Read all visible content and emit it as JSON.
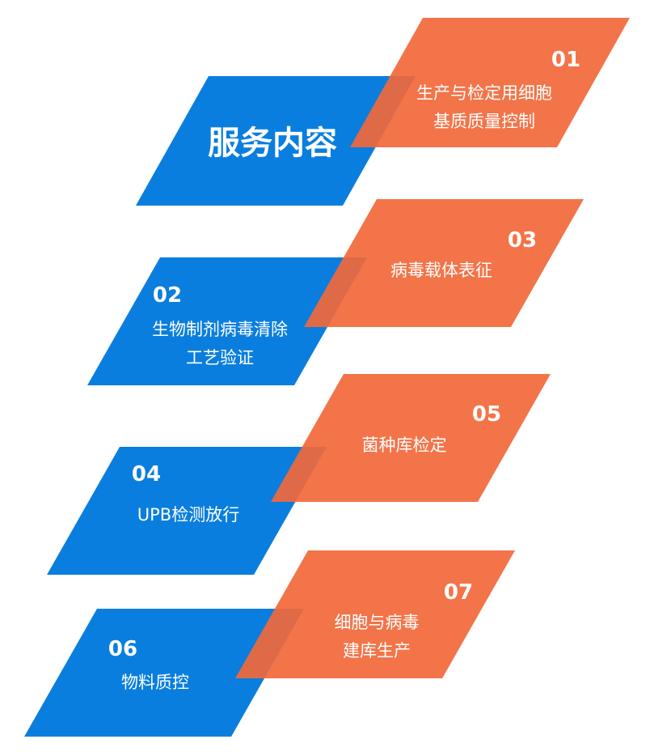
{
  "title": "服务内容",
  "items": [
    {
      "number": "01",
      "lines": [
        "生产与检定用细胞",
        "基质质量控制"
      ]
    },
    {
      "number": "02",
      "lines": [
        "生物制剂病毒清除",
        "工艺验证"
      ]
    },
    {
      "number": "03",
      "lines": [
        "病毒载体表征"
      ]
    },
    {
      "number": "04",
      "lines": [
        "UPB检测放行"
      ]
    },
    {
      "number": "05",
      "lines": [
        "菌种库检定"
      ]
    },
    {
      "number": "06",
      "lines": [
        "物料质控"
      ]
    },
    {
      "number": "07",
      "lines": [
        "细胞与病毒",
        "建库生产"
      ]
    }
  ],
  "colors": {
    "blue": "#0a7ede",
    "orange": "#f2683a",
    "text": "#ffffff"
  }
}
